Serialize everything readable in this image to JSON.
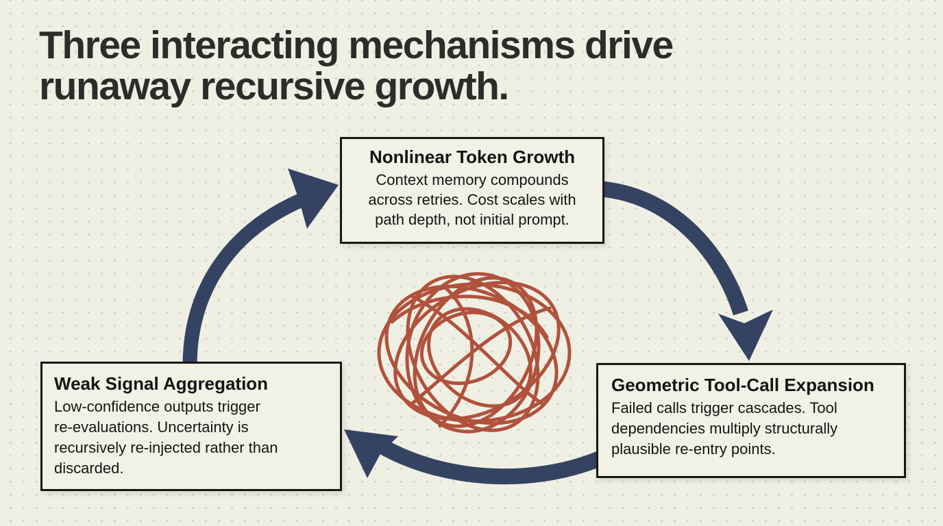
{
  "title": {
    "text": "Three interacting mechanisms drive\nrunaway recursive growth."
  },
  "nodes": {
    "top": {
      "title": "Nonlinear Token Growth",
      "body": "Context memory compounds\nacross retries. Cost scales with\npath depth, not initial prompt."
    },
    "left": {
      "title": "Weak Signal Aggregation",
      "body": "Low-confidence outputs trigger\nre-evaluations. Uncertainty is\nrecursively re-injected rather than\ndiscarded."
    },
    "right": {
      "title": "Geometric Tool-Call Expansion",
      "body": "Failed calls trigger cascades. Tool\ndependencies multiply structurally\nplausible re-entry points."
    }
  },
  "icons": {
    "center_scribble": "tangle-scribble-icon",
    "arrow_left_to_top": "curved-arrow-up-right-icon",
    "arrow_top_to_right": "curved-arrow-down-icon",
    "arrow_right_to_left": "curved-arrow-left-icon"
  },
  "colors": {
    "background": "#f0efe4",
    "dot_grid": "#69695a",
    "box_background": "#f2f1e6",
    "box_border": "#161613",
    "arrow": "#354362",
    "scribble": "#b0523c",
    "title_text": "#2d2c2a",
    "body_text": "#141414"
  }
}
